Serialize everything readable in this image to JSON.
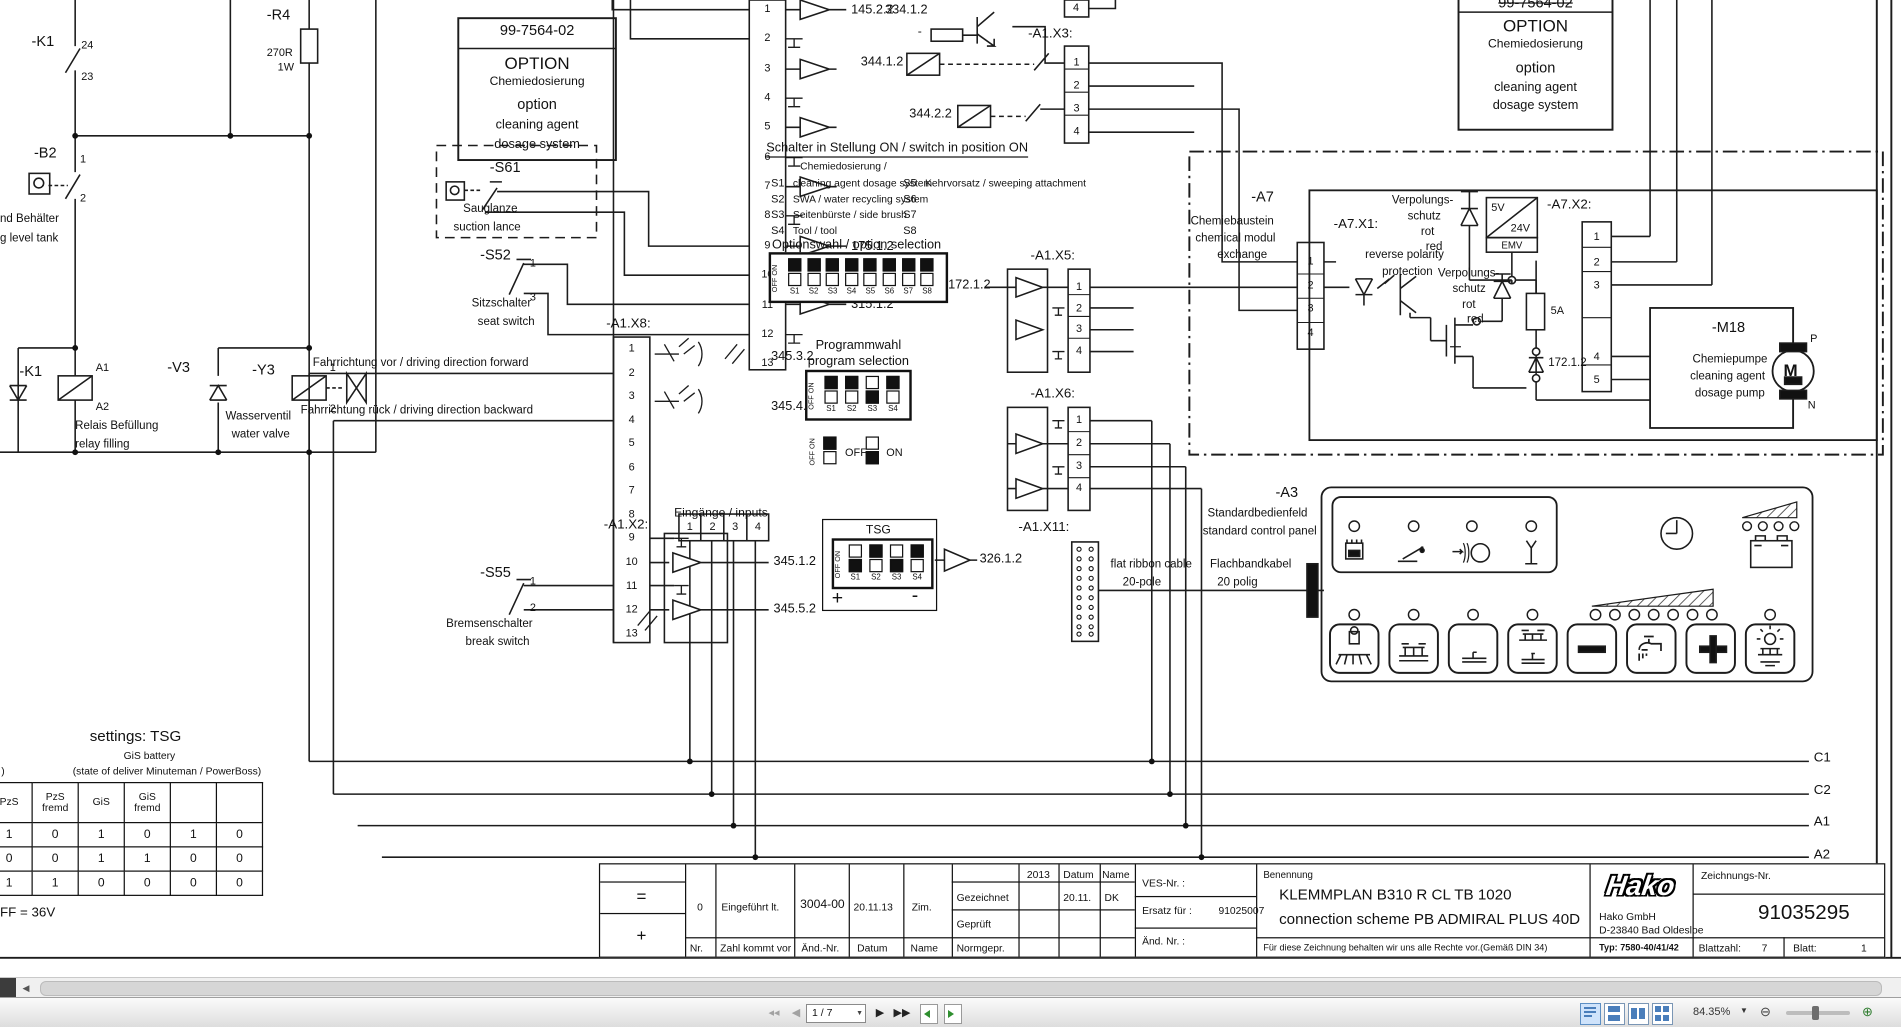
{
  "viewer": {
    "page_field": "1 / 7",
    "zoom_level": "84.35%"
  },
  "drive": {
    "fwd": "Fahrrichtung vor / driving direction forward",
    "bwd": "Fahrrichtung rück / driving direction backward"
  },
  "left": {
    "k1c": {
      "ref": "-K1",
      "p24": "24",
      "p23": "23"
    },
    "r4": {
      "ref": "-R4",
      "val": "270R",
      "w": "1W"
    },
    "b2": {
      "ref": "-B2",
      "p1": "1",
      "p2": "2",
      "de": "nd Behälter",
      "en": "g level  tank"
    },
    "k1r": {
      "ref": "-K1",
      "a1": "A1",
      "a2": "A2",
      "de": "Relais Befüllung",
      "en": "relay filling"
    },
    "v3": {
      "ref": "-V3"
    },
    "y3": {
      "ref": "-Y3",
      "p1": "1",
      "p2": "2",
      "de": "Wasserventil",
      "en": "water valve"
    },
    "s61": {
      "ref": "-S61",
      "de": "Sauglanze",
      "en": "suction lance"
    },
    "s52": {
      "ref": "-S52",
      "p1": "1",
      "p3": "3",
      "de": "Sitzschalter",
      "en": "seat switch"
    },
    "s55": {
      "ref": "-S55",
      "p1": "1",
      "p2": "2",
      "de": "Bremsenschalter",
      "en": "break switch"
    }
  },
  "option_box": {
    "part_no": "99-7564-02",
    "title": "OPTION",
    "de": "Chemiedosierung",
    "opt": "option",
    "en1": "cleaning agent",
    "en2": "dosage system"
  },
  "switch_info": {
    "heading": "Schalter in Stellung ON / switch in position ON",
    "sub": "Chemiedosierung /",
    "left": [
      {
        "id": "S1",
        "text": "cleaning agent dosage system"
      },
      {
        "id": "S2",
        "text": "SWA / water recycling system"
      },
      {
        "id": "S3",
        "text": "Seitenbürste / side brush"
      },
      {
        "id": "S4",
        "text": "Tool / tool"
      }
    ],
    "right": [
      {
        "id": "S5",
        "text": "Kehrvorsatz / sweeping attachment"
      },
      {
        "id": "S6",
        "text": ""
      },
      {
        "id": "S7",
        "text": ""
      },
      {
        "id": "S8",
        "text": ""
      }
    ]
  },
  "dip_option": {
    "title": "Optionswahl / option selection",
    "off_on": "OFF ON",
    "labels": [
      "S1",
      "S2",
      "S3",
      "S4",
      "S5",
      "S6",
      "S7",
      "S8"
    ],
    "states": [
      "on",
      "on",
      "on",
      "on",
      "on",
      "on",
      "on",
      "on"
    ]
  },
  "dip_program": {
    "title_de": "Programmwahl",
    "title_en": "program selection",
    "off_on": "OFF ON",
    "labels": [
      "S1",
      "S2",
      "S3",
      "S4"
    ],
    "states": [
      "on",
      "on",
      "off",
      "on"
    ]
  },
  "dip_legend": {
    "off_on": "OFF ON",
    "off_label": "OFF",
    "on_label": "ON"
  },
  "dip_tsg": {
    "title": "TSG",
    "off_on": "OFF ON",
    "labels": [
      "S1",
      "S2",
      "S3",
      "S4"
    ],
    "states": [
      "off",
      "on",
      "off",
      "on"
    ],
    "plus": "+",
    "minus": "-"
  },
  "inputs_label": "Eingänge / inputs",
  "connectors": {
    "top": {
      "pins": [
        "1",
        "2",
        "3",
        "4",
        "5",
        "6",
        "7",
        "8",
        "9",
        "10",
        "11",
        "12",
        "13"
      ]
    },
    "x8": {
      "label": "-A1.X8:",
      "pins": [
        "1",
        "2",
        "3",
        "4",
        "5",
        "6",
        "7",
        "8",
        "9",
        "10",
        "11",
        "12",
        "13"
      ]
    },
    "x2": {
      "label": "-A1.X2:",
      "pins": [
        "1",
        "2",
        "3",
        "4"
      ]
    },
    "x3": {
      "label": "-A1.X3:",
      "pin_above": "4",
      "pins": [
        "1",
        "2",
        "3",
        "4"
      ]
    },
    "x5": {
      "label": "-A1.X5:",
      "pins": [
        "1",
        "2",
        "3",
        "4"
      ]
    },
    "x6": {
      "label": "-A1.X6:",
      "pins": [
        "1",
        "2",
        "3",
        "4"
      ]
    },
    "x11": {
      "label": "-A1.X11:"
    },
    "a7x1": {
      "label": "-A7.X1:",
      "pins": [
        "1",
        "2",
        "3",
        "4"
      ]
    },
    "a7x2": {
      "label": "-A7.X2:",
      "pins": [
        "1",
        "2",
        "3",
        "4",
        "5"
      ]
    }
  },
  "wire_labels": {
    "w145": "145.2.2",
    "w175": "175.1.2",
    "w315": "315.1.2",
    "w334": "334.1.2",
    "w3441": "344.1.2",
    "w3442": "344.2.2",
    "w172a": "172.1.2",
    "w172b": "172.1.2",
    "w3453": "345.3.2",
    "w3454": "345.4.2",
    "w3451": "345.1.2",
    "w3455": "345.5.2",
    "w326": "326.1.2",
    "minus_mark": "-"
  },
  "ribbon": {
    "en1": "flat ribbon cable",
    "en2": "20-pole",
    "de1": "Flachbandkabel",
    "de2": "20 polig"
  },
  "a7": {
    "ref": "-A7",
    "de": "Chemiebaustein",
    "en1": "chemical modul",
    "en2": "exchange",
    "rev1": "reverse polarity",
    "rev2": "protection",
    "verp1": "Verpolungs-",
    "verp2": "schutz",
    "rot": "rot",
    "red": "red",
    "v5": "5V",
    "v24": "24V",
    "emv": "EMV",
    "fuse": "5A"
  },
  "m18": {
    "ref": "-M18",
    "de": "Chemiepumpe",
    "en1": "cleaning agent",
    "en2": "dosage pump",
    "m": "M",
    "p": "P",
    "n": "N"
  },
  "a3": {
    "ref": "-A3",
    "de": "Standardbedienfeld",
    "en": "standard control panel"
  },
  "bus_labels": [
    "C1",
    "C2",
    "A1",
    "A2"
  ],
  "settings_table": {
    "title": "settings: TSG",
    "sub1": "GiS battery",
    "sub2": "(state of deliver Minuteman / PowerBoss)",
    "left_cut": ")",
    "headers": [
      "PzS",
      "PzS\nfremd",
      "GiS",
      "GiS\nfremd",
      "",
      ""
    ],
    "rows": [
      [
        "1",
        "0",
        "1",
        "0",
        "1",
        "0"
      ],
      [
        "0",
        "0",
        "1",
        "1",
        "0",
        "0"
      ],
      [
        "1",
        "1",
        "0",
        "0",
        "0",
        "0"
      ]
    ],
    "footnote": "FF = 36V"
  },
  "title_block": {
    "eq": "=",
    "plus": "+",
    "rev_row": {
      "nr": "0",
      "text": "Eingeführt lt.",
      "chg": "3004-00",
      "date": "20.11.13",
      "name": "Zim."
    },
    "rev_footer": {
      "nr": "Nr.",
      "text": "Zahl kommt vor",
      "chg": "Änd.-Nr.",
      "date": "Datum",
      "name": "Name"
    },
    "sig": {
      "year": "2013",
      "datum": "Datum",
      "name": "Name",
      "r1": {
        "label": "Gezeichnet",
        "date": "20.11.",
        "name": "DK"
      },
      "r2": {
        "label": "Geprüft"
      },
      "r3": {
        "label": "Normgepr."
      }
    },
    "ves": {
      "l1": "VES-Nr. :",
      "l2": "Ersatz für :",
      "l2v": "91025007",
      "l3": "Änd. Nr. :"
    },
    "ben": {
      "caption": "Benennung",
      "line1": "KLEMMPLAN B310 R CL TB 1020",
      "line2": "connection scheme PB ADMIRAL PLUS 40D",
      "copyright": "Für diese Zeichnung behalten wir uns alle Rechte vor.(Gemäß DIN 34)"
    },
    "maker": {
      "logo": "Hako",
      "name": "Hako GmbH",
      "city": "D-23840 Bad Oldesloe",
      "typ": "Typ: 7580-40/41/42"
    },
    "drawing": {
      "caption": "Zeichnungs-Nr.",
      "number": "91035295",
      "sheets_label": "Blattzahl:",
      "sheets": "7",
      "sheet_label": "Blatt:",
      "sheet": "1"
    }
  }
}
